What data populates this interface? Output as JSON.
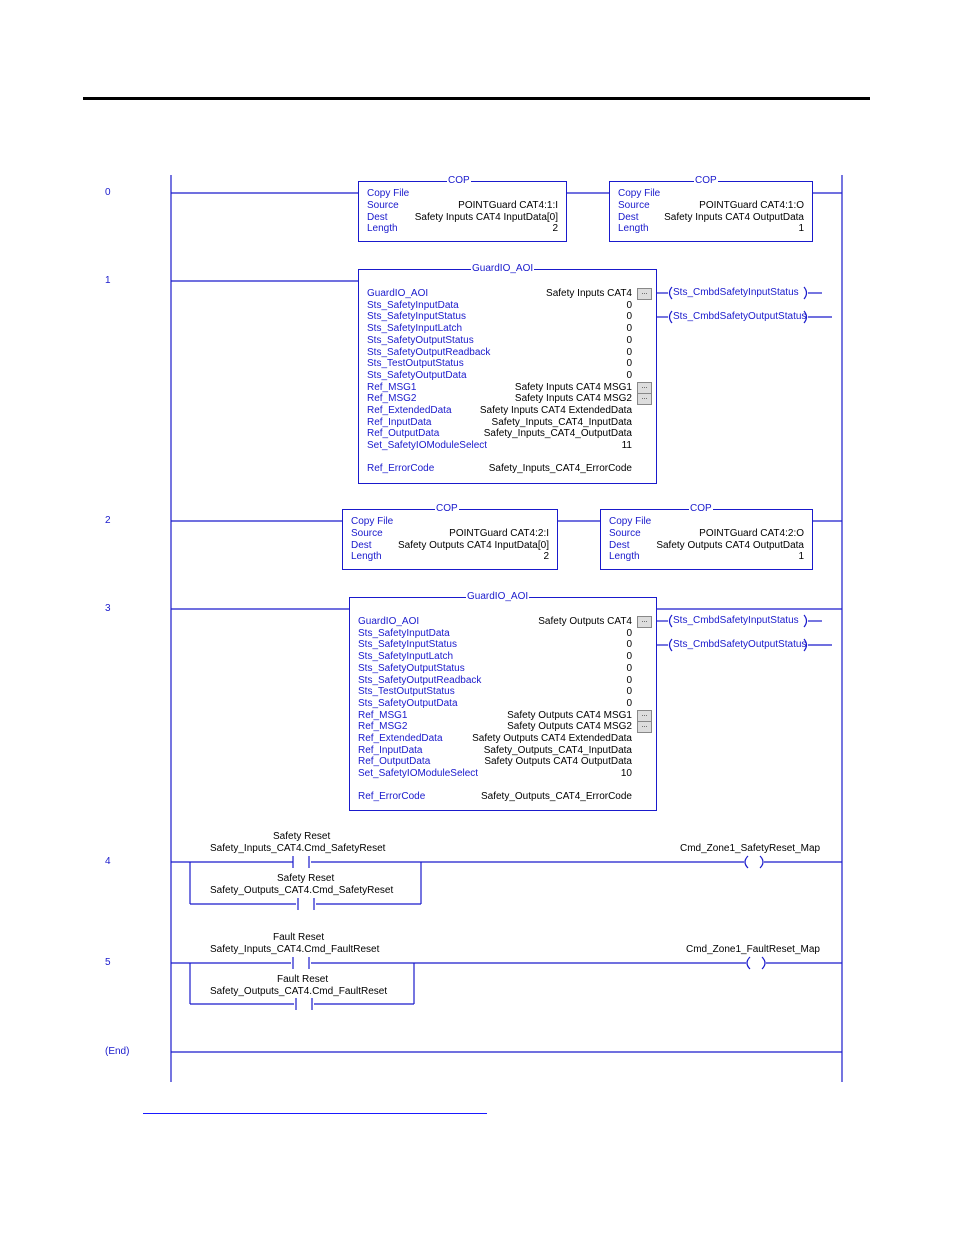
{
  "rungs": [
    {
      "number": "0"
    },
    {
      "number": "1"
    },
    {
      "number": "2"
    },
    {
      "number": "3"
    },
    {
      "number": "4"
    },
    {
      "number": "5"
    },
    {
      "number": "(End)"
    }
  ],
  "cop_blocks": [
    {
      "title": "COP",
      "rows": [
        {
          "k": "Copy File",
          "v": ""
        },
        {
          "k": "Source",
          "v": "POINTGuard  CAT4:1:I"
        },
        {
          "k": "Dest",
          "v": "Safety  Inputs  CAT4  InputData[0]"
        },
        {
          "k": "Length",
          "v": "2"
        }
      ]
    },
    {
      "title": "COP",
      "rows": [
        {
          "k": "Copy File",
          "v": ""
        },
        {
          "k": "Source",
          "v": "POINTGuard  CAT4:1:O"
        },
        {
          "k": "Dest",
          "v": "Safety  Inputs  CAT4  OutputData"
        },
        {
          "k": "Length",
          "v": "1"
        }
      ]
    },
    {
      "title": "COP",
      "rows": [
        {
          "k": "Copy File",
          "v": ""
        },
        {
          "k": "Source",
          "v": "POINTGuard  CAT4:2:I"
        },
        {
          "k": "Dest",
          "v": "Safety  Outputs  CAT4  InputData[0]"
        },
        {
          "k": "Length",
          "v": "2"
        }
      ]
    },
    {
      "title": "COP",
      "rows": [
        {
          "k": "Copy File",
          "v": ""
        },
        {
          "k": "Source",
          "v": "POINTGuard  CAT4:2:O"
        },
        {
          "k": "Dest",
          "v": "Safety  Outputs  CAT4  OutputData"
        },
        {
          "k": "Length",
          "v": "1"
        }
      ]
    }
  ],
  "aoi_blocks": [
    {
      "title": "GuardIO_AOI",
      "rows": [
        {
          "k": "GuardIO_AOI",
          "v": "Safety  Inputs  CAT4",
          "btn": "..."
        },
        {
          "k": "Sts_SafetyInputData",
          "v": "0"
        },
        {
          "k": "Sts_SafetyInputStatus",
          "v": "0"
        },
        {
          "k": "Sts_SafetyInputLatch",
          "v": "0"
        },
        {
          "k": "Sts_SafetyOutputStatus",
          "v": "0"
        },
        {
          "k": "Sts_SafetyOutputReadback",
          "v": "0"
        },
        {
          "k": "Sts_TestOutputStatus",
          "v": "0"
        },
        {
          "k": "Sts_SafetyOutputData",
          "v": "0"
        },
        {
          "k": "Ref_MSG1",
          "v": "Safety  Inputs  CAT4  MSG1",
          "btn": "..."
        },
        {
          "k": "Ref_MSG2",
          "v": "Safety  Inputs  CAT4  MSG2",
          "btn": "..."
        },
        {
          "k": "Ref_ExtendedData",
          "v": "Safety  Inputs  CAT4  ExtendedData"
        },
        {
          "k": "Ref_InputData",
          "v": "Safety_Inputs_CAT4_InputData"
        },
        {
          "k": "Ref_OutputData",
          "v": "Safety_Inputs_CAT4_OutputData"
        },
        {
          "k": "Set_SafetyIOModuleSelect",
          "v": "11"
        },
        {
          "k": "Ref_ErrorCode",
          "v": "Safety_Inputs_CAT4_ErrorCode"
        }
      ],
      "outputs": [
        "Sts_CmbdSafetyInputStatus",
        "Sts_CmbdSafetyOutputStatus"
      ]
    },
    {
      "title": "GuardIO_AOI",
      "rows": [
        {
          "k": "GuardIO_AOI",
          "v": "Safety  Outputs  CAT4",
          "btn": "..."
        },
        {
          "k": "Sts_SafetyInputData",
          "v": "0"
        },
        {
          "k": "Sts_SafetyInputStatus",
          "v": "0"
        },
        {
          "k": "Sts_SafetyInputLatch",
          "v": "0"
        },
        {
          "k": "Sts_SafetyOutputStatus",
          "v": "0"
        },
        {
          "k": "Sts_SafetyOutputReadback",
          "v": "0"
        },
        {
          "k": "Sts_TestOutputStatus",
          "v": "0"
        },
        {
          "k": "Sts_SafetyOutputData",
          "v": "0"
        },
        {
          "k": "Ref_MSG1",
          "v": "Safety  Outputs  CAT4  MSG1",
          "btn": "..."
        },
        {
          "k": "Ref_MSG2",
          "v": "Safety  Outputs  CAT4  MSG2",
          "btn": "..."
        },
        {
          "k": "Ref_ExtendedData",
          "v": "Safety  Outputs  CAT4  ExtendedData"
        },
        {
          "k": "Ref_InputData",
          "v": "Safety_Outputs_CAT4_InputData"
        },
        {
          "k": "Ref_OutputData",
          "v": "Safety  Outputs  CAT4  OutputData"
        },
        {
          "k": "Set_SafetyIOModuleSelect",
          "v": "10"
        },
        {
          "k": "Ref_ErrorCode",
          "v": "Safety_Outputs_CAT4_ErrorCode"
        }
      ],
      "outputs": [
        "Sts_CmbdSafetyInputStatus",
        "Sts_CmbdSafetyOutputStatus"
      ]
    }
  ],
  "contacts": [
    {
      "desc": "Safety Reset",
      "tag": "Safety_Inputs_CAT4.Cmd_SafetyReset"
    },
    {
      "desc": "Safety Reset",
      "tag": "Safety_Outputs_CAT4.Cmd_SafetyReset"
    },
    {
      "desc": "Fault Reset",
      "tag": "Safety_Inputs_CAT4.Cmd_FaultReset"
    },
    {
      "desc": "Fault Reset",
      "tag": "Safety_Outputs_CAT4.Cmd_FaultReset"
    }
  ],
  "coils": [
    {
      "tag": "Cmd_Zone1_SafetyReset_Map"
    },
    {
      "tag": "Cmd_Zone1_FaultReset_Map"
    }
  ],
  "colors": {
    "ladder": "#1a1acc",
    "text": "#000000"
  }
}
